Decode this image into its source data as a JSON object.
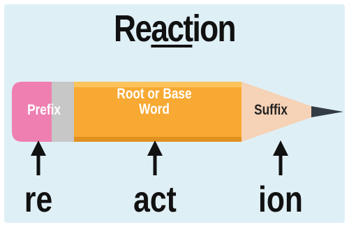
{
  "title": {
    "before": "Re",
    "underlined": "act",
    "after": "ion"
  },
  "segments": {
    "prefix": {
      "label": "Prefix",
      "color": "#ef7fb1"
    },
    "root": {
      "label": "Root or Base Word",
      "color": "#f7a933"
    },
    "suffix": {
      "label": "Suffix",
      "color": "#f6d2b6"
    }
  },
  "parts": {
    "prefix": "re",
    "root": "act",
    "suffix": "ion"
  },
  "colors": {
    "background": "#dfeff6",
    "ferrule": "#c7c7c7",
    "lead": "#333c44",
    "text": "#111111"
  }
}
